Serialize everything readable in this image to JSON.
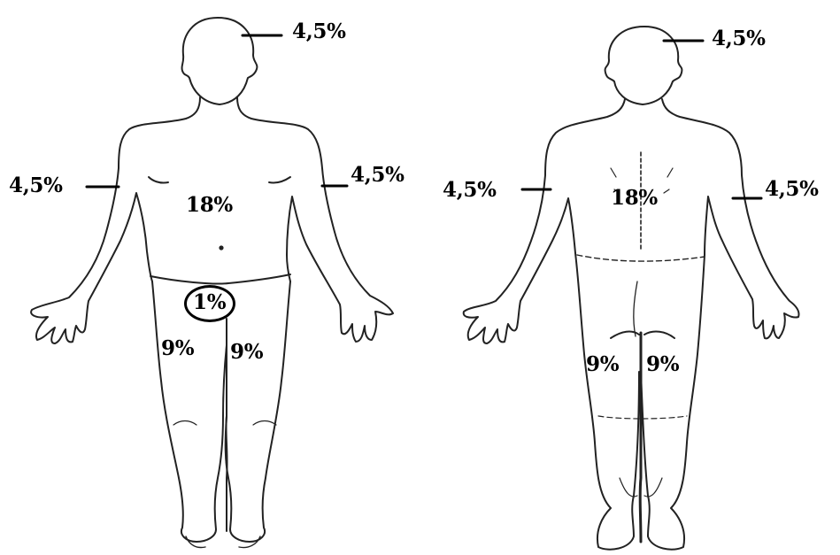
{
  "front": {
    "head": "4,5%",
    "right_arm": "4,5%",
    "left_arm": "4,5%",
    "trunk": "18%",
    "genitals": "1%",
    "right_leg": "9%",
    "left_leg": "9%"
  },
  "back": {
    "head": "4,5%",
    "right_arm": "4,5%",
    "left_arm": "4,5%",
    "trunk": "18%",
    "right_leg": "9%",
    "left_leg": "9%"
  }
}
